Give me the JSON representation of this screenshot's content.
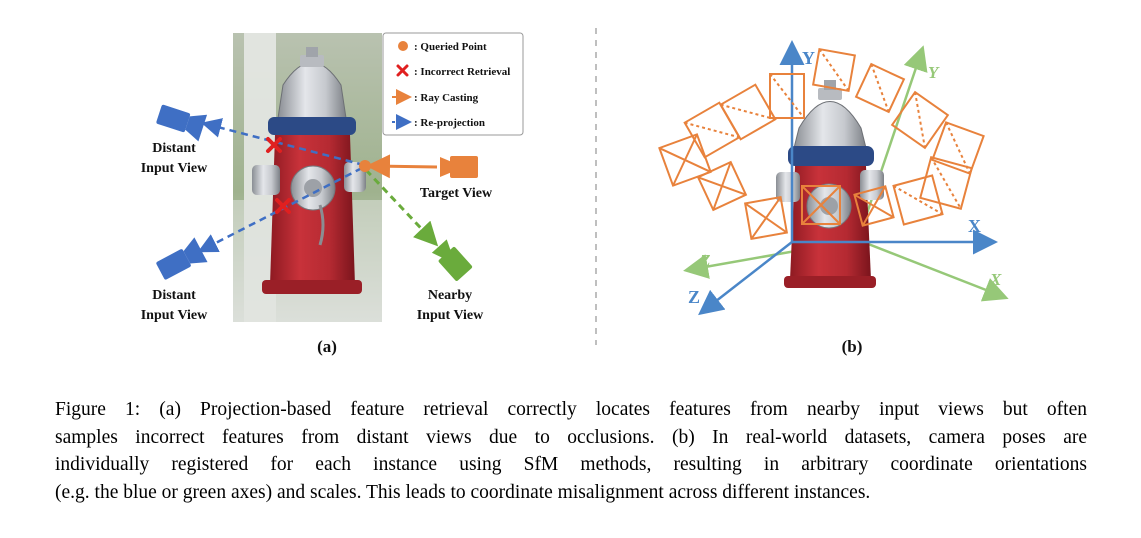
{
  "figure": {
    "panel_a": {
      "legend": {
        "queried_point": ": Queried Point",
        "incorrect_retrieval": ": Incorrect Retrieval",
        "ray_casting": ": Ray Casting",
        "reprojection": ": Re-projection"
      },
      "distant_top": [
        "Distant",
        "Input View"
      ],
      "distant_bottom": [
        "Distant",
        "Input View"
      ],
      "target_view": "Target View",
      "nearby": [
        "Nearby",
        "Input View"
      ],
      "label": "(a)"
    },
    "panel_b": {
      "axes_blue": {
        "y": "Y",
        "x": "X",
        "z": "Z"
      },
      "axes_green": {
        "y": "Y",
        "x": "X",
        "z": "Z"
      },
      "label": "(b)"
    },
    "colors": {
      "orange": "#e8823c",
      "blue": "#3f6fc4",
      "green": "#6aab3c",
      "red": "#e02020",
      "axis_blue": "#4a86c8",
      "axis_green": "#96c878"
    }
  },
  "caption": {
    "lines": [
      "Figure 1: (a) Projection-based feature retrieval correctly locates features from nearby input views but often",
      "samples incorrect features from distant views due to occlusions. (b) In real-world datasets, camera poses are",
      "individually registered for each instance using SfM methods, resulting in arbitrary coordinate orientations",
      "(e.g. the blue or green axes) and scales. This leads to coordinate misalignment across different instances."
    ]
  }
}
